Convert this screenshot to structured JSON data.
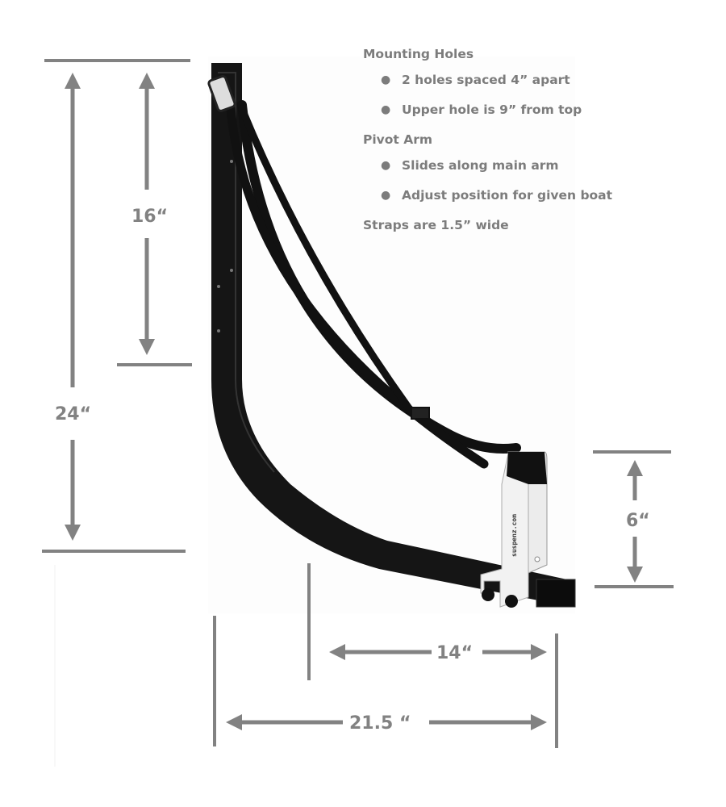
{
  "notes": {
    "sections": [
      {
        "heading": "Mounting Holes",
        "items": [
          "2 holes spaced 4” apart",
          "Upper hole is 9” from top"
        ]
      },
      {
        "heading": "Pivot Arm",
        "items": [
          "Slides along main arm",
          "Adjust position for given boat"
        ]
      }
    ],
    "footer": "Straps are 1.5” wide"
  },
  "dimensions": {
    "total_height": "24“",
    "mount_height": "16“",
    "pivot_height": "6“",
    "pivot_depth": "14“",
    "total_depth": "21.5 “"
  },
  "brand": "suspenz.com",
  "colors": {
    "dimension": "#828282",
    "text": "#7c7c7c",
    "rack": "#111111"
  }
}
